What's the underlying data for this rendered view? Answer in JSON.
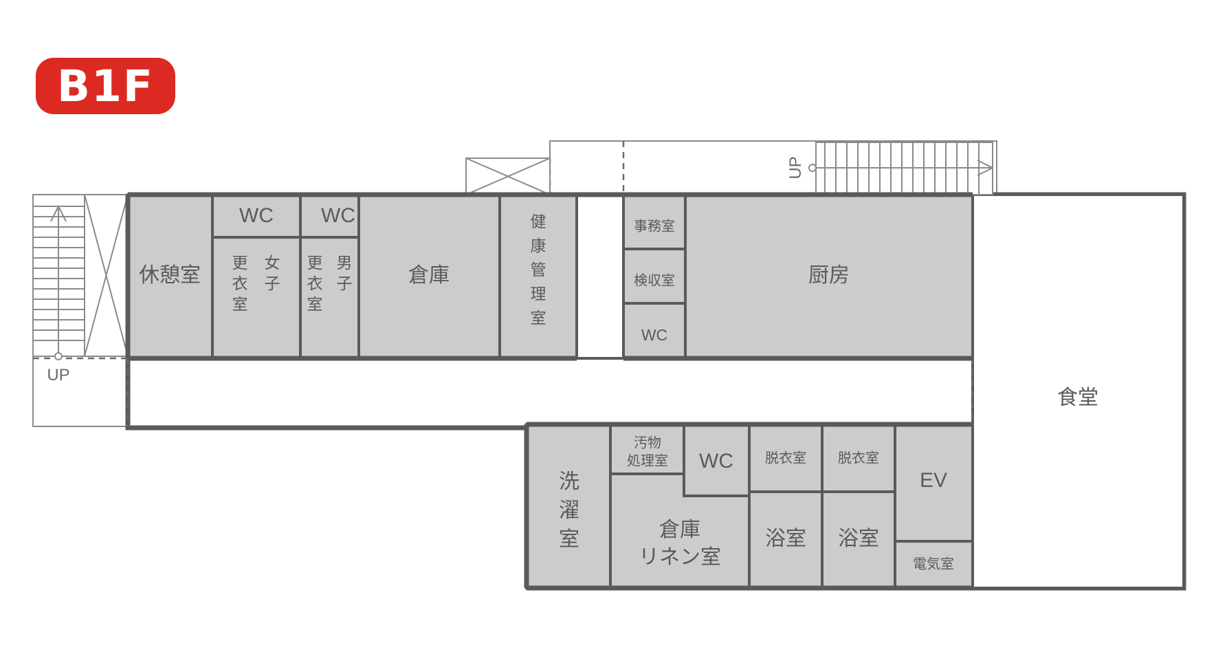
{
  "badge": {
    "label": "B1F",
    "bg_color": "#dc2a22",
    "text_color": "#ffffff"
  },
  "colors": {
    "room_fill": "#cccccc",
    "room_stroke": "#5a5a5a",
    "outer_wall": "#5a5a5a",
    "thin_line": "#8a8a8a",
    "text": "#5a5a5a",
    "background": "#ffffff"
  },
  "plan": {
    "title_icon": "floor-badge",
    "stairs": [
      {
        "id": "stairs-left",
        "label": "UP",
        "orientation": "vertical",
        "direction": "up"
      },
      {
        "id": "stairs-top-right",
        "label": "UP",
        "orientation": "horizontal",
        "direction": "right"
      }
    ],
    "rooms": [
      {
        "id": "kyukeishitsu",
        "label": "休憩室",
        "shaded": true,
        "label_orientation": "vertical"
      },
      {
        "id": "wc-women",
        "label": "WC",
        "shaded": true,
        "label_orientation": "horizontal"
      },
      {
        "id": "wc-men",
        "label": "WC",
        "shaded": true,
        "label_orientation": "horizontal"
      },
      {
        "id": "joshi-koishitsu",
        "label": "女子更衣室",
        "shaded": true,
        "label_orientation": "vertical"
      },
      {
        "id": "danshi-koishitsu",
        "label": "男子更衣室",
        "shaded": true,
        "label_orientation": "vertical"
      },
      {
        "id": "souko-1",
        "label": "倉庫",
        "shaded": true,
        "label_orientation": "horizontal"
      },
      {
        "id": "kenko-kanri",
        "label": "健康管理室",
        "shaded": true,
        "label_orientation": "vertical"
      },
      {
        "id": "jimushitsu",
        "label": "事務室",
        "shaded": true,
        "label_orientation": "horizontal"
      },
      {
        "id": "kenshushitsu",
        "label": "検収室",
        "shaded": true,
        "label_orientation": "horizontal"
      },
      {
        "id": "wc-office",
        "label": "WC",
        "shaded": true,
        "label_orientation": "horizontal"
      },
      {
        "id": "chubo",
        "label": "厨房",
        "shaded": true,
        "label_orientation": "horizontal"
      },
      {
        "id": "shokudo",
        "label": "食堂",
        "shaded": false,
        "label_orientation": "horizontal"
      },
      {
        "id": "sentakushitsu",
        "label": "洗濯室",
        "shaded": true,
        "label_orientation": "vertical"
      },
      {
        "id": "obutsu-shori",
        "label": "汚物処理室",
        "shaded": true,
        "label_orientation": "horizontal"
      },
      {
        "id": "souko-linen",
        "label": "倉庫リネン室",
        "shaded": true,
        "label_orientation": "horizontal"
      },
      {
        "id": "wc-bath",
        "label": "WC",
        "shaded": true,
        "label_orientation": "horizontal"
      },
      {
        "id": "datsuishitsu-1",
        "label": "脱衣室",
        "shaded": true,
        "label_orientation": "horizontal"
      },
      {
        "id": "datsuishitsu-2",
        "label": "脱衣室",
        "shaded": true,
        "label_orientation": "horizontal"
      },
      {
        "id": "yokushitsu-1",
        "label": "浴室",
        "shaded": true,
        "label_orientation": "horizontal"
      },
      {
        "id": "yokushitsu-2",
        "label": "浴室",
        "shaded": true,
        "label_orientation": "horizontal"
      },
      {
        "id": "ev",
        "label": "EV",
        "shaded": true,
        "label_orientation": "horizontal"
      },
      {
        "id": "denkishitsu",
        "label": "電気室",
        "shaded": true,
        "label_orientation": "horizontal"
      }
    ]
  },
  "labels": {
    "kyukeishitsu": "休憩室",
    "wc_women": "WC",
    "wc_men": "WC",
    "joshi_koishitsu_line1": "更衣室",
    "joshi_koishitsu_line2": "女子",
    "danshi_koishitsu_line1": "更衣室",
    "danshi_koishitsu_line2": "男子",
    "souko_1": "倉庫",
    "kenko_kanri": "健康管理室",
    "jimushitsu": "事務室",
    "kenshushitsu": "検収室",
    "wc_office": "WC",
    "chubo": "厨房",
    "shokudo": "食堂",
    "sentakushitsu": "洗濯室",
    "obutsu_line1": "汚物",
    "obutsu_line2": "処理室",
    "souko_linen_line1": "倉庫",
    "souko_linen_line2": "リネン室",
    "wc_bath": "WC",
    "datsuishitsu_1": "脱衣室",
    "datsuishitsu_2": "脱衣室",
    "yokushitsu_1": "浴室",
    "yokushitsu_2": "浴室",
    "ev": "EV",
    "denkishitsu": "電気室",
    "up_left": "UP",
    "up_right": "UP"
  }
}
